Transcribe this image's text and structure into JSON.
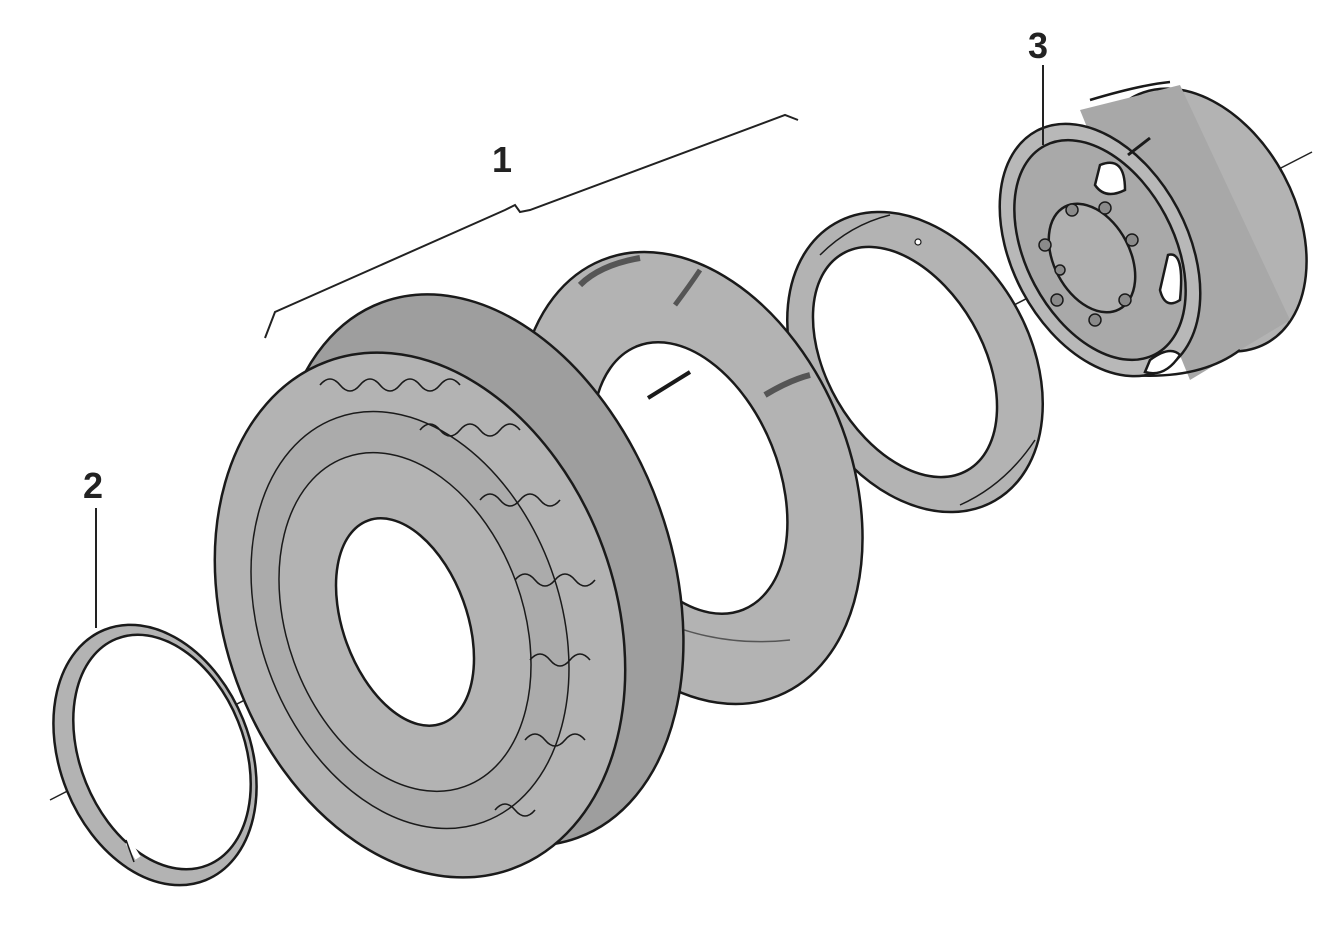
{
  "diagram": {
    "callouts": [
      {
        "id": "1",
        "label": "1"
      },
      {
        "id": "2",
        "label": "2"
      },
      {
        "id": "3",
        "label": "3"
      }
    ],
    "parts": [
      {
        "name": "tire-assembly",
        "callout": "1"
      },
      {
        "name": "lock-ring",
        "callout": "2"
      },
      {
        "name": "wheel-rim",
        "callout": "3"
      },
      {
        "name": "inner-tube"
      },
      {
        "name": "rim-flap"
      }
    ],
    "colors": {
      "fill": "#b3b3b3",
      "fill_dark": "#9e9e9e",
      "stroke": "#1a1a1a",
      "background": "#ffffff"
    }
  }
}
